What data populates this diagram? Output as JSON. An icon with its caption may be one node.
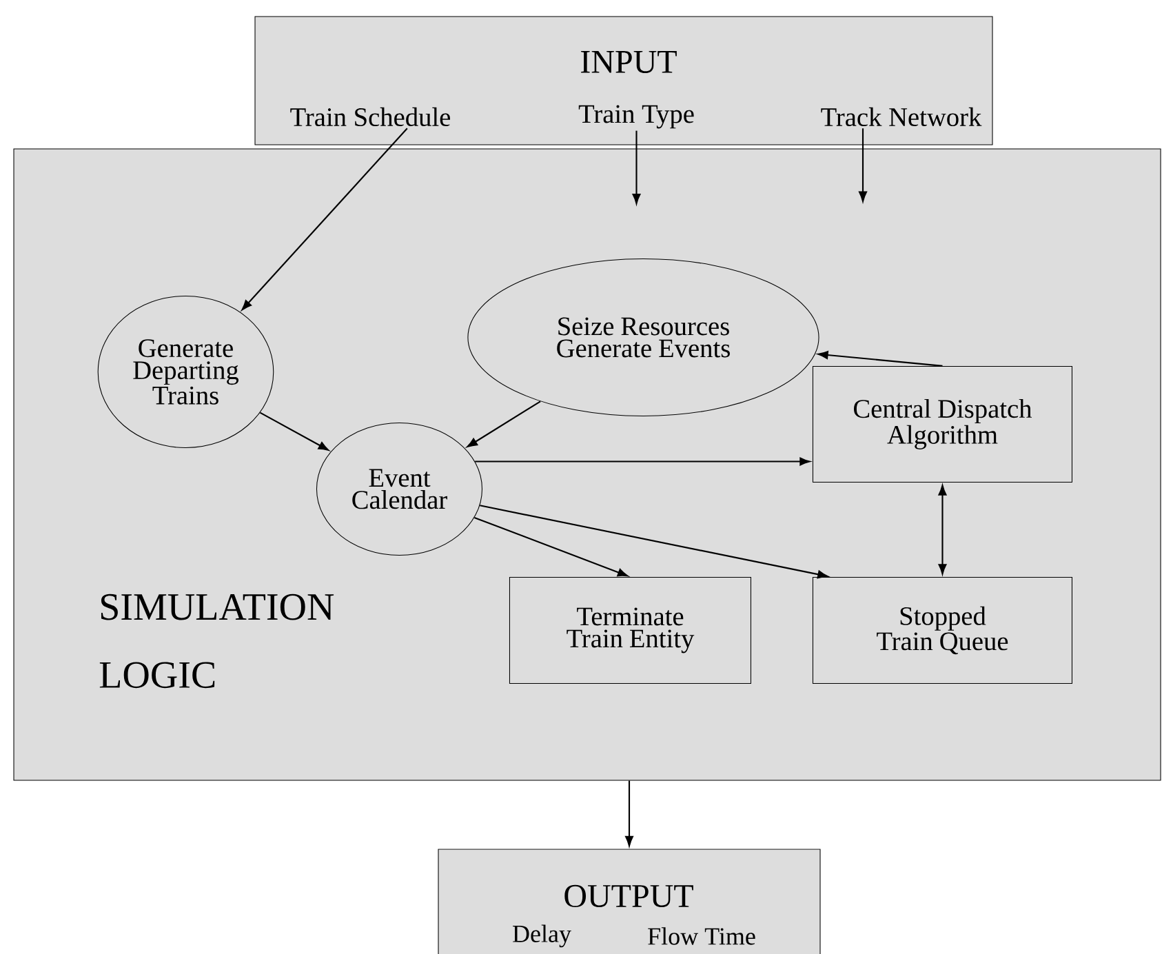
{
  "diagram": {
    "nodes": [
      {
        "text": [
          "INPUT"
        ]
      },
      {
        "text": [
          "Train Schedule"
        ],
        "in": 0
      },
      {
        "text": [
          "Train Type"
        ],
        "in": 0
      },
      {
        "text": [
          "Track Network"
        ],
        "in": 0
      },
      {
        "text": [
          "SIMULATION LOGIC"
        ]
      },
      {
        "text": [
          "Generate Departing Trains"
        ],
        "in": 4
      },
      {
        "text": [
          "Seize Resources Generate Events"
        ],
        "in": 4
      },
      {
        "text": [
          "Event Calendar"
        ],
        "in": 4
      },
      {
        "text": [
          "Central Dispatch Algorithm"
        ],
        "in": 4
      },
      {
        "text": [
          "Terminate Train Entity"
        ],
        "in": 4
      },
      {
        "text": [
          "Stopped Train Queue"
        ],
        "in": 4
      },
      {
        "text": [
          "OUTPUT",
          "Delay",
          "Flow Time"
        ]
      }
    ],
    "edges": [
      {
        "from": 1,
        "to": 5,
        "arrow": "to"
      },
      {
        "from": 2,
        "to": null,
        "arrow": "to"
      },
      {
        "from": 3,
        "to": null,
        "arrow": "to"
      },
      {
        "from": 5,
        "to": 7,
        "arrow": "to"
      },
      {
        "from": 6,
        "to": 7,
        "arrow": "to"
      },
      {
        "from": 8,
        "to": 6,
        "arrow": "to"
      },
      {
        "from": 7,
        "to": 8,
        "arrow": "to"
      },
      {
        "from": 7,
        "to": 9,
        "arrow": "to"
      },
      {
        "from": 7,
        "to": 10,
        "arrow": "to"
      },
      {
        "from": 8,
        "to": 10,
        "arrow": "both"
      },
      {
        "from": 4,
        "to": 11,
        "arrow": "to"
      }
    ]
  }
}
